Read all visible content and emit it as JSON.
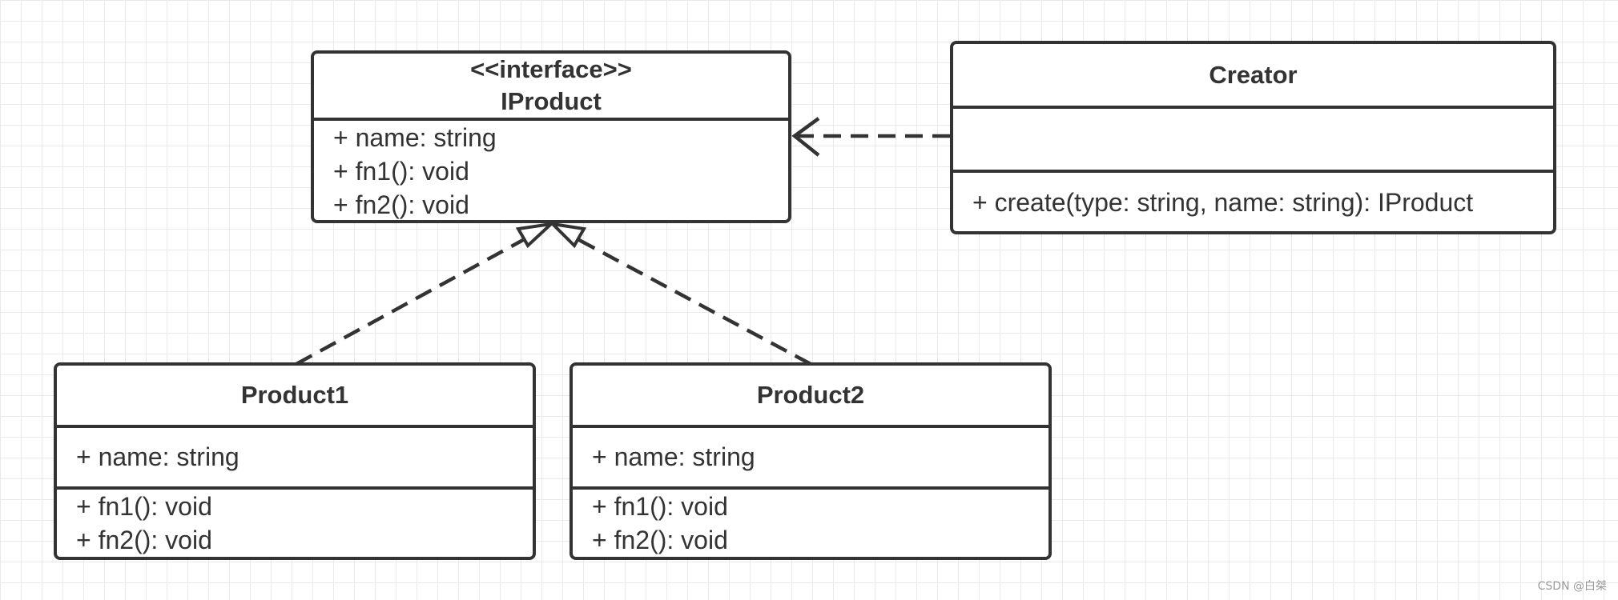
{
  "iproduct": {
    "stereotype": "<<interface>>",
    "name": "IProduct",
    "members": [
      "+ name: string",
      "+ fn1(): void",
      "+ fn2(): void"
    ]
  },
  "creator": {
    "name": "Creator",
    "attributes": [],
    "operations": [
      "+ create(type: string, name: string): IProduct"
    ]
  },
  "product1": {
    "name": "Product1",
    "attributes": [
      "+ name: string"
    ],
    "operations": [
      "+ fn1(): void",
      "+ fn2(): void"
    ]
  },
  "product2": {
    "name": "Product2",
    "attributes": [
      "+ name: string"
    ],
    "operations": [
      "+ fn1(): void",
      "+ fn2(): void"
    ]
  },
  "relations": [
    {
      "type": "dependency",
      "from": "Creator",
      "to": "IProduct"
    },
    {
      "type": "realization",
      "from": "Product1",
      "to": "IProduct"
    },
    {
      "type": "realization",
      "from": "Product2",
      "to": "IProduct"
    }
  ],
  "colors": {
    "line": "#333333",
    "grid": "#e9e9e9",
    "background": "#ffffff"
  },
  "watermark": "CSDN @白桀"
}
